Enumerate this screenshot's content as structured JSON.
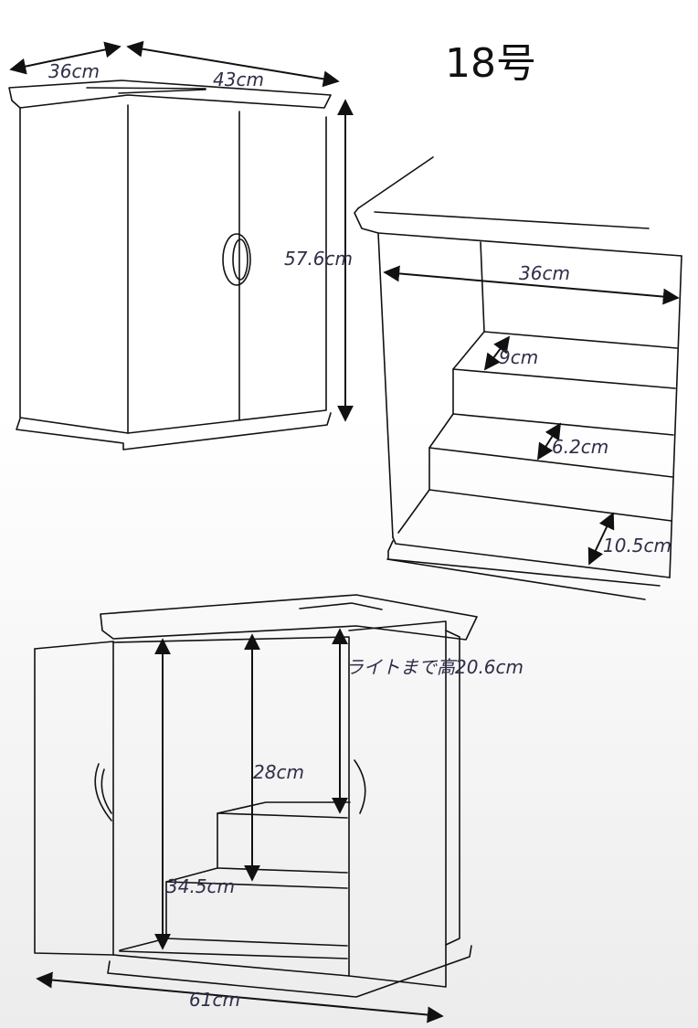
{
  "title": "18号",
  "colors": {
    "line": "#111111",
    "label": "#2e2e48"
  },
  "views": {
    "exterior": {
      "depth": "36cm",
      "width": "43cm",
      "height": "57.6cm"
    },
    "interior": {
      "width": "36cm",
      "step_top": "9cm",
      "step_middle": "6.2cm",
      "step_bottom": "10.5cm"
    },
    "open_front": {
      "light_height": "ライトまで高20.6cm",
      "upper_height": "28cm",
      "full_height": "34.5cm",
      "open_width": "61cm"
    }
  }
}
